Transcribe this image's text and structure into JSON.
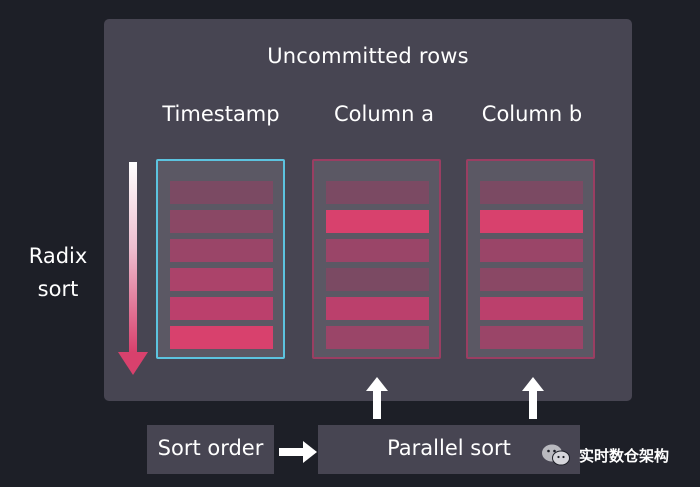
{
  "panel": {
    "title": "Uncommitted rows"
  },
  "columns": [
    {
      "id": "ts",
      "header": "Timestamp",
      "border_color": "#5cc3df",
      "row_colors": [
        "#7b4a63",
        "#8a4865",
        "#9a4568",
        "#ab436a",
        "#bb406c",
        "#d8416d"
      ]
    },
    {
      "id": "ca",
      "header": "Column a",
      "border_color": "#9a3e62",
      "row_colors": [
        "#7b4a63",
        "#d8416d",
        "#9a4568",
        "#7b4a63",
        "#bb406c",
        "#9a4568"
      ]
    },
    {
      "id": "cb",
      "header": "Column b",
      "border_color": "#9a3e62",
      "row_colors": [
        "#7b4a63",
        "#d8416d",
        "#9a4568",
        "#8a4865",
        "#bb406c",
        "#9a4568"
      ]
    }
  ],
  "radix": {
    "label_line1": "Radix",
    "label_line2": "sort"
  },
  "sort_order": {
    "label": "Sort order"
  },
  "parallel_sort": {
    "label": "Parallel sort"
  },
  "watermark": {
    "text": "实时数仓架构",
    "icon": "wechat-icon"
  },
  "colors": {
    "background": "#1d1f27",
    "panel": "#474552",
    "accent_pink": "#d8416d",
    "accent_cyan": "#5cc3df"
  }
}
